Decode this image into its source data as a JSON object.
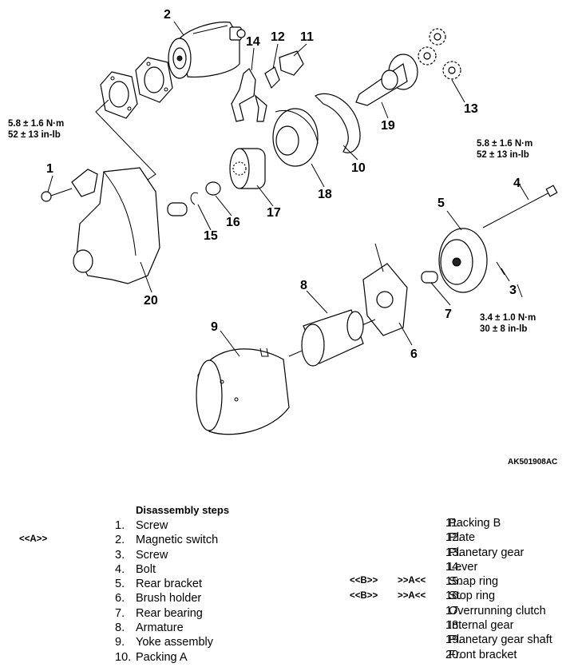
{
  "figure_id": "AK501908AC",
  "callouts": [
    "1",
    "2",
    "3",
    "4",
    "5",
    "6",
    "7",
    "8",
    "9",
    "10",
    "11",
    "12",
    "13",
    "14",
    "15",
    "16",
    "17",
    "18",
    "19",
    "20"
  ],
  "torque": {
    "screw1": {
      "nm": "5.8 ± 1.6 N·m",
      "inlb": "52 ± 13 in-lb"
    },
    "bolt4": {
      "nm": "5.8 ± 1.6 N·m",
      "inlb": "52 ± 13 in-lb"
    },
    "screw3": {
      "nm": "3.4 ± 1.0 N·m",
      "inlb": "30 ± 8 in-lb"
    }
  },
  "steps_title": "Disassembly steps",
  "steps": [
    {
      "num": "1.",
      "label": "Screw",
      "marks": [
        "",
        ""
      ]
    },
    {
      "num": "2.",
      "label": "Magnetic switch",
      "marks": [
        "<<A>>",
        ""
      ]
    },
    {
      "num": "3.",
      "label": "Screw",
      "marks": [
        "",
        ""
      ]
    },
    {
      "num": "4.",
      "label": "Bolt",
      "marks": [
        "",
        ""
      ]
    },
    {
      "num": "5.",
      "label": "Rear bracket",
      "marks": [
        "",
        ""
      ]
    },
    {
      "num": "6.",
      "label": "Brush holder",
      "marks": [
        "",
        ""
      ]
    },
    {
      "num": "7.",
      "label": "Rear bearing",
      "marks": [
        "",
        ""
      ]
    },
    {
      "num": "8.",
      "label": "Armature",
      "marks": [
        "",
        ""
      ]
    },
    {
      "num": "9.",
      "label": "Yoke assembly",
      "marks": [
        "",
        ""
      ]
    },
    {
      "num": "10.",
      "label": "Packing A",
      "marks": [
        "",
        ""
      ]
    },
    {
      "num": "11.",
      "label": "Packing B",
      "marks": [
        "",
        ""
      ]
    },
    {
      "num": "12.",
      "label": "Plate",
      "marks": [
        "",
        ""
      ]
    },
    {
      "num": "13.",
      "label": "Planetary gear",
      "marks": [
        "",
        ""
      ]
    },
    {
      "num": "14.",
      "label": "Lever",
      "marks": [
        "",
        ""
      ]
    },
    {
      "num": "15.",
      "label": "Snap ring",
      "marks": [
        "<<B>>",
        ">>A<<"
      ]
    },
    {
      "num": "16.",
      "label": "Stop ring",
      "marks": [
        "<<B>>",
        ">>A<<"
      ]
    },
    {
      "num": "17.",
      "label": "Overrunning clutch",
      "marks": [
        "",
        ""
      ]
    },
    {
      "num": "18.",
      "label": "Internal gear",
      "marks": [
        "",
        ""
      ]
    },
    {
      "num": "19.",
      "label": "Planetary gear shaft",
      "marks": [
        "",
        ""
      ]
    },
    {
      "num": "20.",
      "label": "Front bracket",
      "marks": [
        "",
        ""
      ]
    }
  ]
}
